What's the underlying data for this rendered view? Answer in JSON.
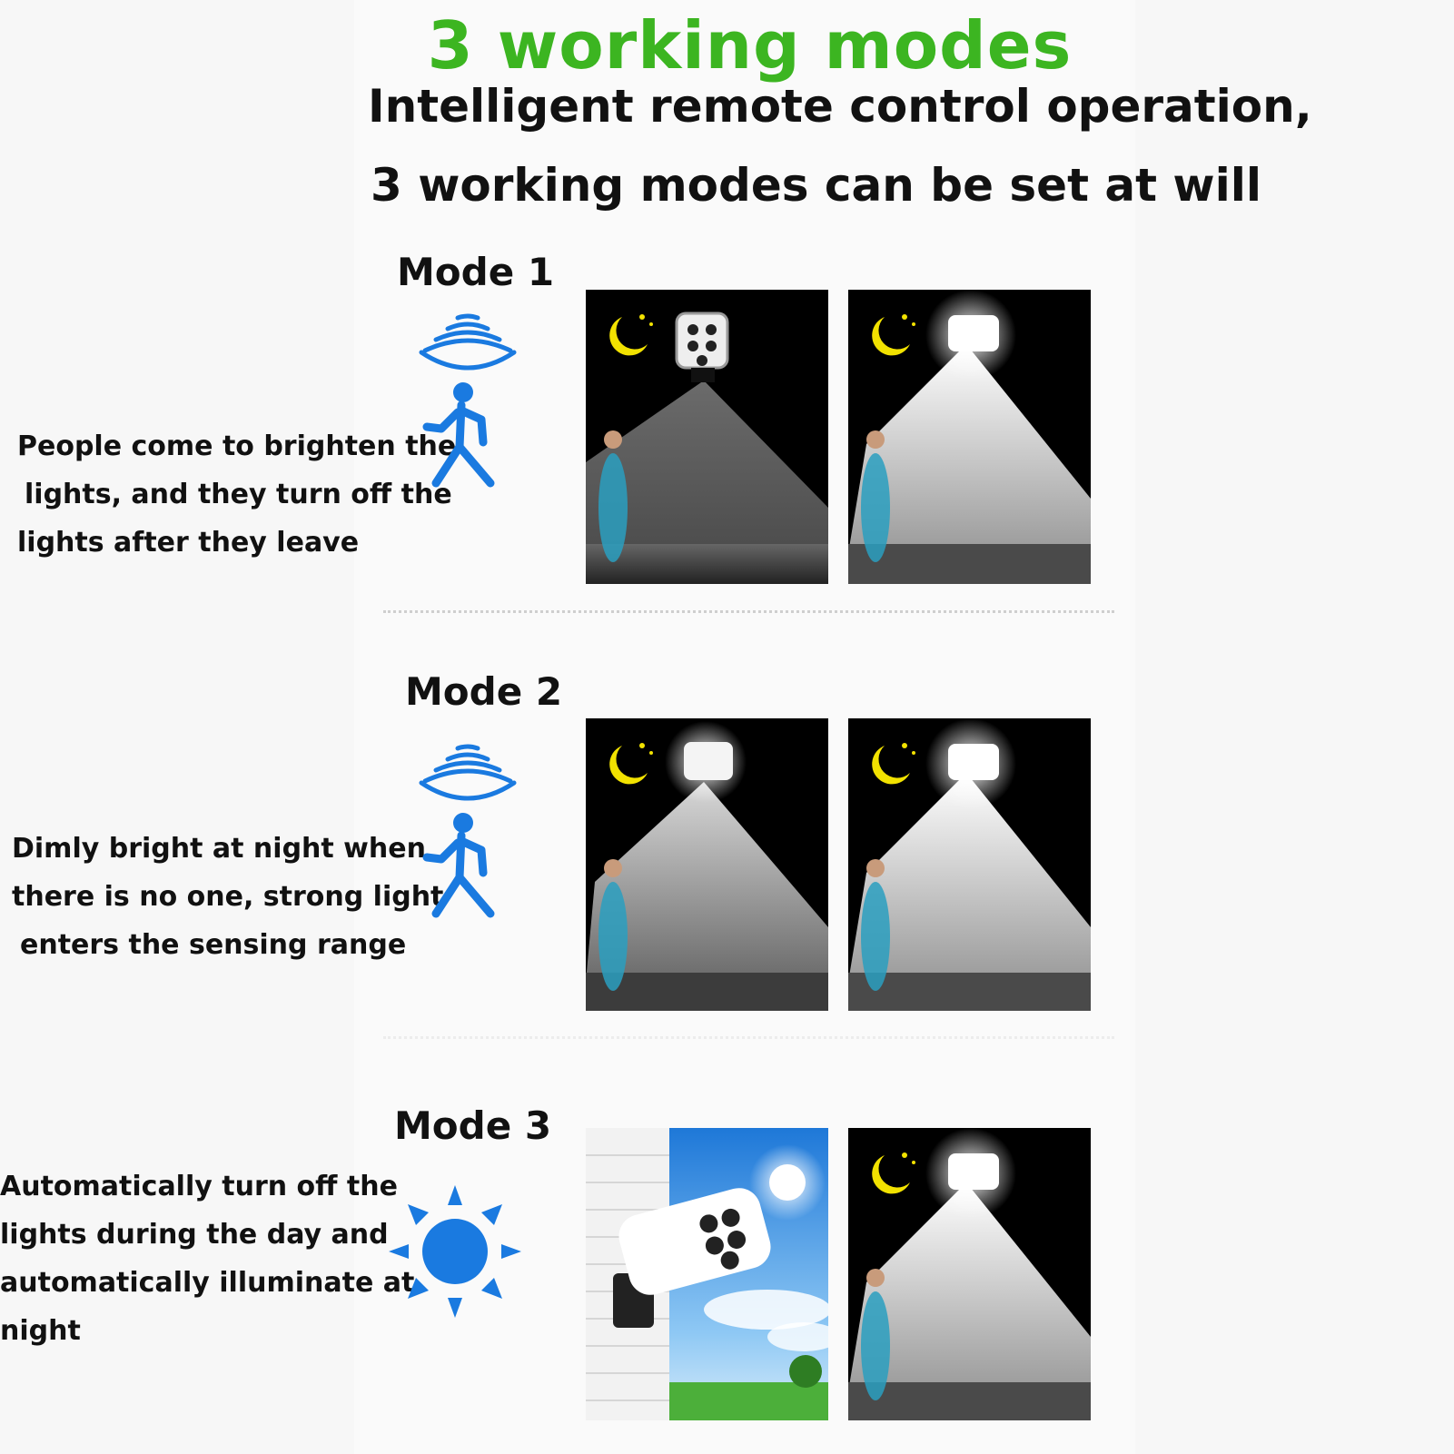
{
  "header": {
    "title": "3 working modes",
    "subtitle_line1": "Intelligent remote control operation,",
    "subtitle_line2": "3 working modes can be set at will"
  },
  "colors": {
    "title": "#3cb521",
    "icon_blue": "#1a7ae0",
    "moon": "#f2e200",
    "text": "#111111"
  },
  "modes": [
    {
      "label": "Mode 1",
      "icon": "motion-sensor-person-icon",
      "lines": [
        "People come to brighten the",
        "lights, and they turn off the",
        "lights after they leave"
      ]
    },
    {
      "label": "Mode 2",
      "icon": "motion-sensor-person-icon",
      "lines": [
        "Dimly bright at night when",
        "there is no one, strong light",
        "enters the sensing range"
      ]
    },
    {
      "label": "Mode 3",
      "icon": "sun-icon",
      "lines": [
        "Automatically turn off the",
        "lights during the day and",
        "automatically illuminate at",
        "night"
      ]
    }
  ]
}
